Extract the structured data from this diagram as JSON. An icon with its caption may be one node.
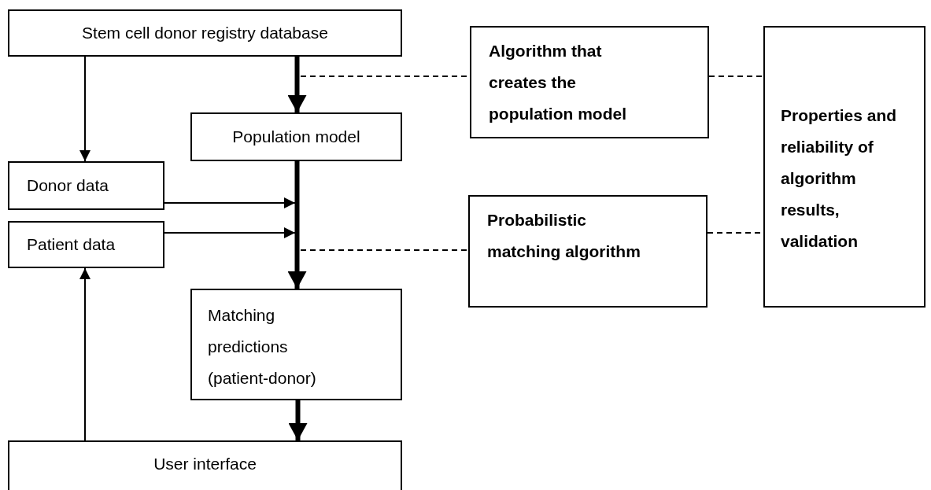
{
  "diagram": {
    "nodes": [
      {
        "text": [
          "Stem cell donor registry database"
        ]
      },
      {
        "text": [
          "Algorithm that creates the population model"
        ]
      },
      {
        "text": [
          "Properties and reliability of algorithm results, validation"
        ]
      },
      {
        "text": [
          "Population model"
        ]
      },
      {
        "text": [
          "Donor data"
        ]
      },
      {
        "text": [
          "Probabilistic matching algorithm"
        ]
      },
      {
        "text": [
          "Patient data"
        ]
      },
      {
        "text": [
          "Matching predictions (patient-donor)"
        ]
      },
      {
        "text": [
          "User interface"
        ]
      }
    ],
    "edges": [
      {
        "from": 0,
        "to": 3,
        "arrow": "to",
        "style": "thick"
      },
      {
        "from": 0,
        "to": 4,
        "arrow": "to"
      },
      {
        "from": 3,
        "to": 7,
        "arrow": "to",
        "style": "thick"
      },
      {
        "from": 4,
        "to": null,
        "arrow": "to"
      },
      {
        "from": 6,
        "to": null,
        "arrow": "to"
      },
      {
        "from": 7,
        "to": 8,
        "arrow": "to",
        "style": "thick"
      },
      {
        "from": 8,
        "to": 6,
        "arrow": "to"
      },
      {
        "from": null,
        "to": 1,
        "arrow": "none",
        "style": "dashed"
      },
      {
        "from": 1,
        "to": 2,
        "arrow": "none",
        "style": "dashed"
      },
      {
        "from": null,
        "to": 5,
        "arrow": "none",
        "style": "dashed"
      },
      {
        "from": 5,
        "to": 2,
        "arrow": "none",
        "style": "dashed"
      }
    ]
  }
}
